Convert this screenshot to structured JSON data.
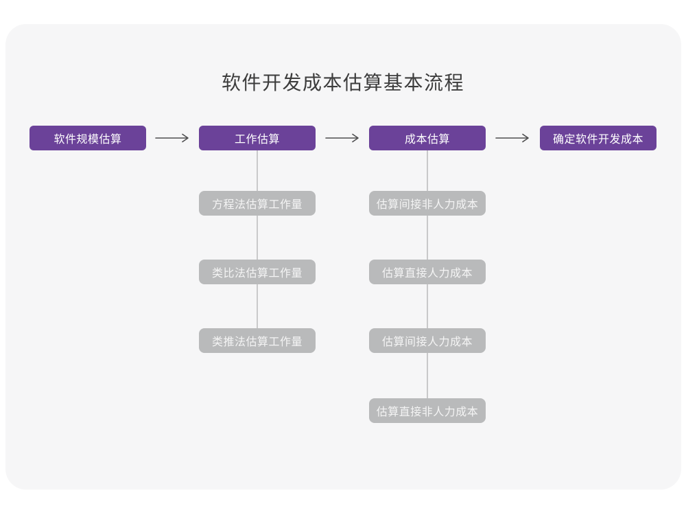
{
  "title": "软件开发成本估算基本流程",
  "main_flow": [
    {
      "label": "软件规模估算"
    },
    {
      "label": "工作估算"
    },
    {
      "label": "成本估算"
    },
    {
      "label": "确定软件开发成本"
    }
  ],
  "work_estimation_methods": [
    {
      "label": "方程法估算工作量"
    },
    {
      "label": "类比法估算工作量"
    },
    {
      "label": "类推法估算工作量"
    }
  ],
  "cost_estimation_items": [
    {
      "label": "估算间接非人力成本"
    },
    {
      "label": "估算直接人力成本"
    },
    {
      "label": "估算间接人力成本"
    },
    {
      "label": "估算直接非人力成本"
    }
  ],
  "icons": {
    "flow_arrow": "long-right-arrow"
  },
  "colors": {
    "node_purple": "#6b4299",
    "node_gray": "#b9babb",
    "card_background": "#f6f6f7",
    "page_background": "#ffffff",
    "connector_line": "#c9c9ca",
    "arrow_stroke": "#4d4d4e",
    "title_text": "#3c3c3c",
    "node_text": "#ffffff"
  }
}
